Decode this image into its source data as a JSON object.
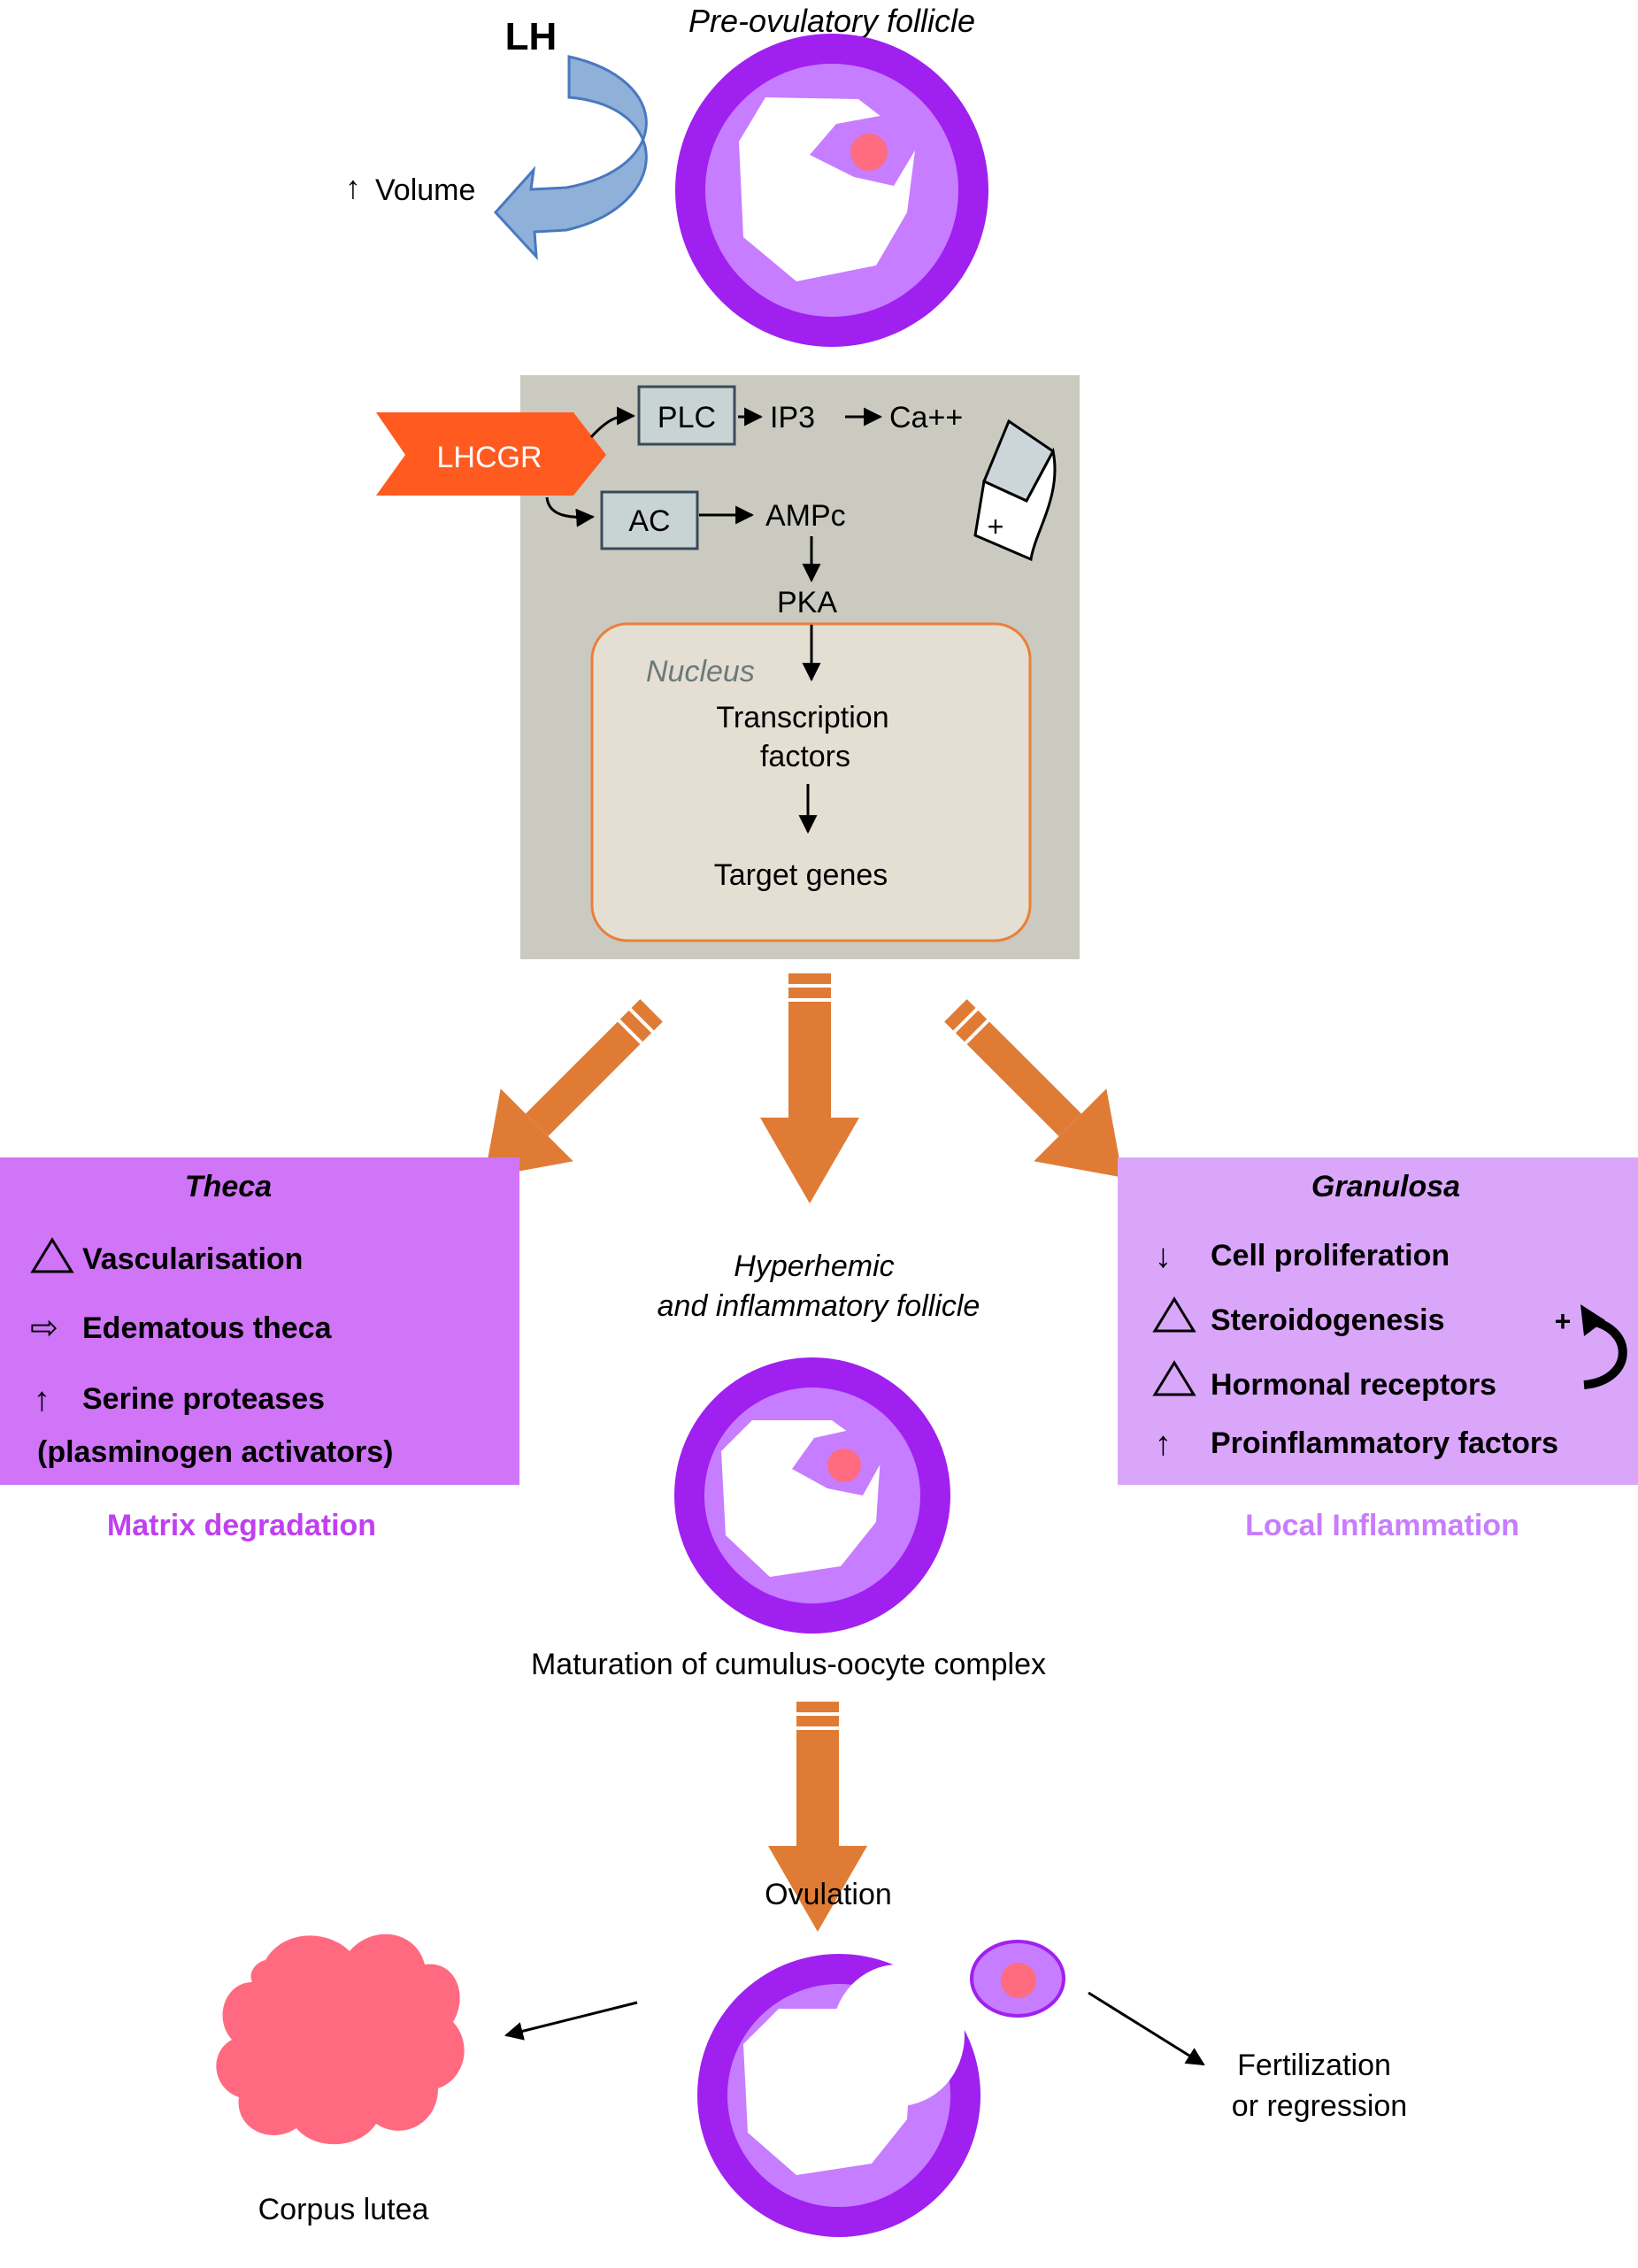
{
  "colors": {
    "follicle_outer": "#A020F0",
    "follicle_inner": "#C77DFF",
    "oocyte": "#FF6B7F",
    "lh_arrow": "#5B7FB0",
    "lhcgr": "#FF5A1F",
    "cell_bg": "#CACAC0",
    "nucleus_bg": "#E5DED3",
    "nucleus_border": "#E9803B",
    "orange_arrow": "#E07B35",
    "theca_bg": "#D074F8",
    "granulosa_bg": "#DAA6FA",
    "matrix_label": "#C040F0",
    "inflammation_label": "#C77DFF",
    "corpus": "#FF6A80"
  },
  "top": {
    "lh_label": "LH",
    "volume_label": "Volume",
    "title": "Pre-ovulatory follicle"
  },
  "cell": {
    "receptor": "LHCGR",
    "plc": "PLC",
    "ip3": "IP3",
    "ca": "Ca++",
    "plus": "+",
    "ac": "AC",
    "ampc": "AMPc",
    "pka": "PKA",
    "nucleus_label": "Nucleus",
    "tf_line1": "Transcription",
    "tf_line2": "factors",
    "target_genes": "Target genes"
  },
  "theca": {
    "title": "Theca",
    "items": [
      "Vascularisation",
      "Edematous theca",
      "Serine proteases",
      "(plasminogen activators)"
    ],
    "outcome": "Matrix degradation"
  },
  "granulosa": {
    "title": "Granulosa",
    "items": [
      "Cell proliferation",
      "Steroidogenesis",
      "Hormonal receptors",
      "Proinflammatory factors"
    ],
    "plus": "+",
    "outcome": "Local Inflammation"
  },
  "middle": {
    "line1": "Hyperhemic",
    "line2": "and inflammatory follicle",
    "maturation": "Maturation of cumulus-oocyte complex"
  },
  "bottom": {
    "ovulation": "Ovulation",
    "corpus": "Corpus lutea",
    "fert1": "Fertilization",
    "fert2": "or regression"
  }
}
